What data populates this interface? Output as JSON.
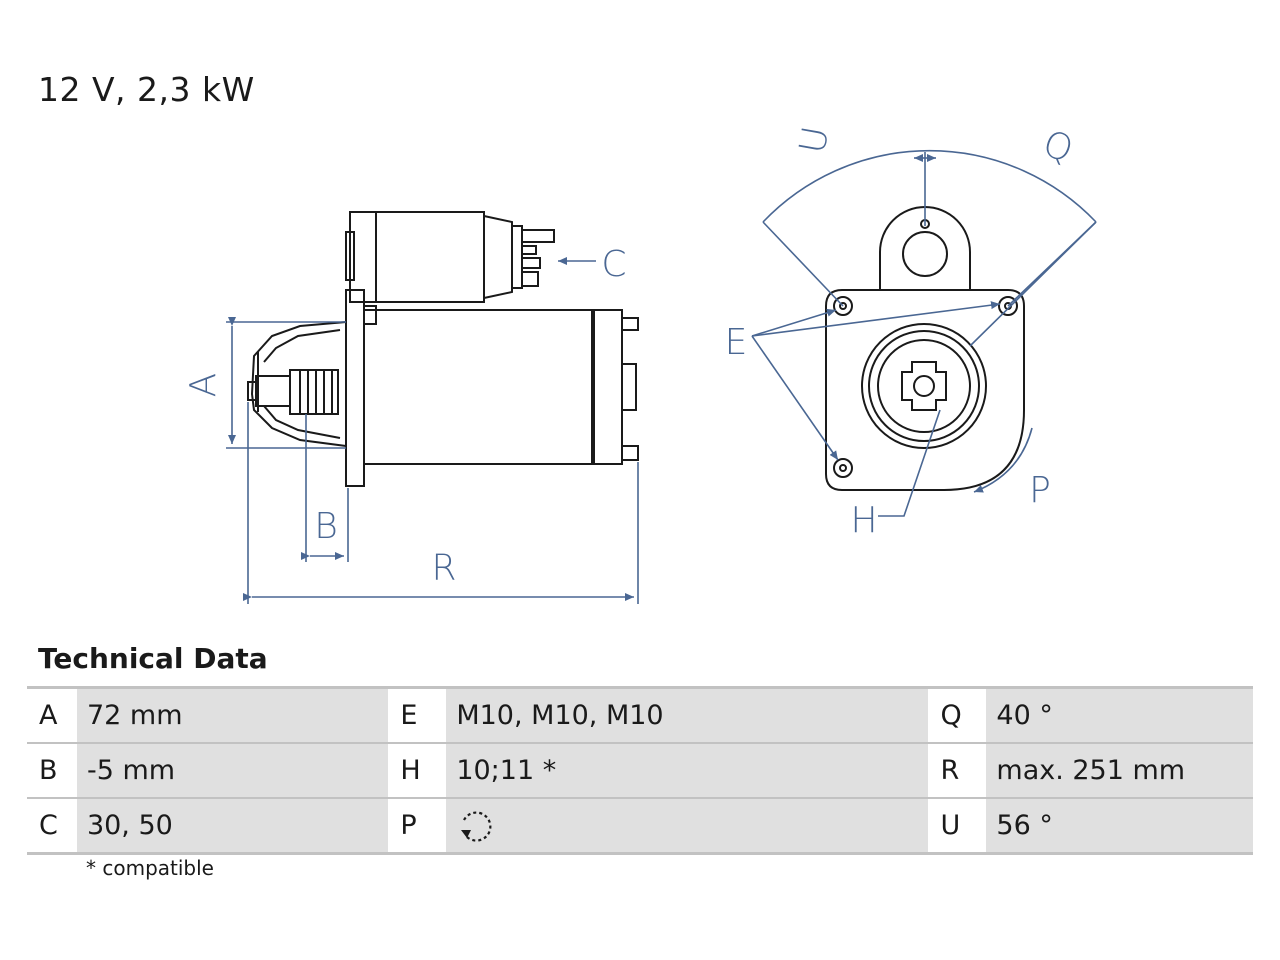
{
  "title": "12 V, 2,3 kW",
  "diagram": {
    "line_color": "#1a1a1a",
    "dim_color": "#4a6793",
    "labels": {
      "A": "A",
      "B": "B",
      "C": "C",
      "R": "R",
      "U": "U",
      "Q": "Q",
      "E": "E",
      "H": "H",
      "P": "P"
    }
  },
  "technical_data": {
    "heading": "Technical Data",
    "rows": [
      [
        {
          "key": "A",
          "value": "72 mm"
        },
        {
          "key": "E",
          "value": "M10, M10, M10"
        },
        {
          "key": "Q",
          "value": "40 °"
        }
      ],
      [
        {
          "key": "B",
          "value": "-5 mm"
        },
        {
          "key": "H",
          "value": "10;11 *"
        },
        {
          "key": "R",
          "value": "max. 251 mm"
        }
      ],
      [
        {
          "key": "C",
          "value": "30, 50"
        },
        {
          "key": "P",
          "value": "",
          "icon": "clockwise-rotation-icon"
        },
        {
          "key": "U",
          "value": "56 °"
        }
      ]
    ],
    "footnote": "* compatible"
  }
}
